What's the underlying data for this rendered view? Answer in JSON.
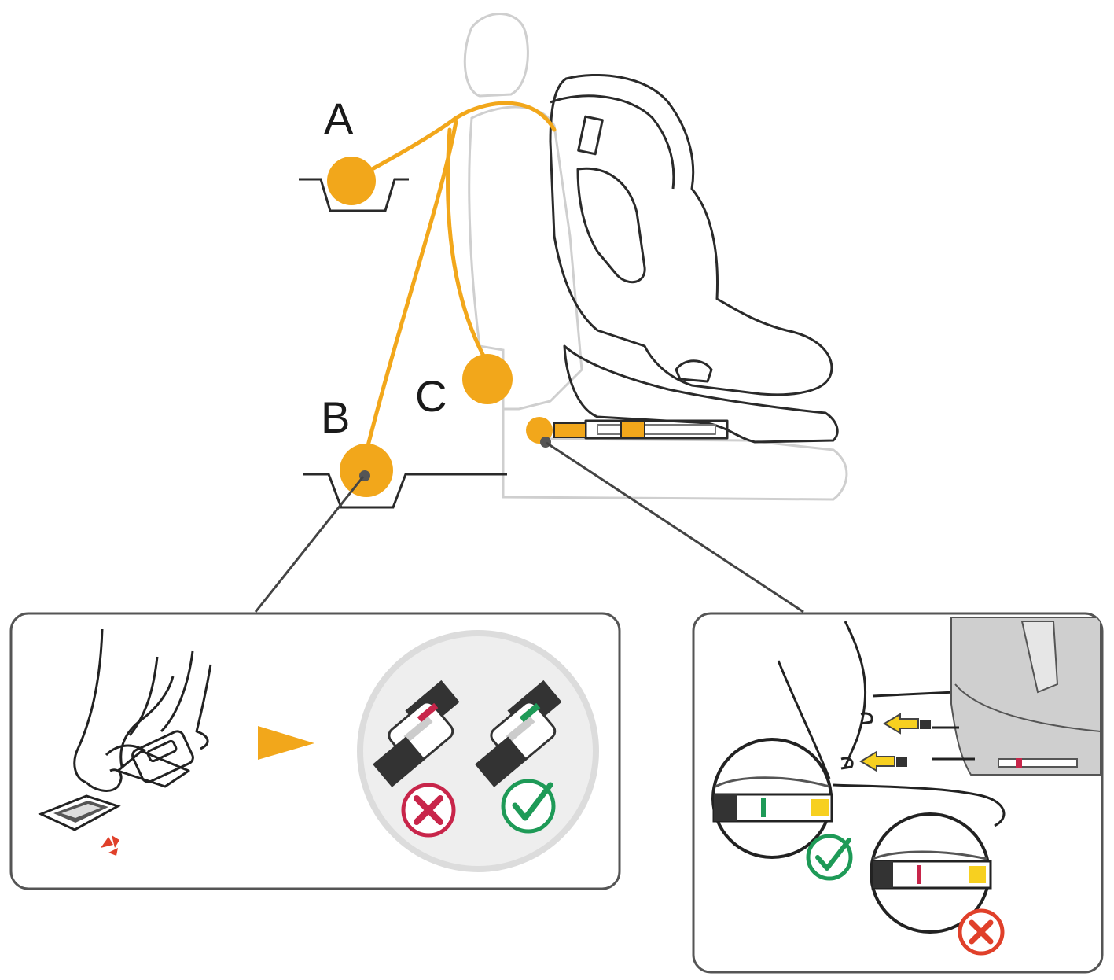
{
  "labels": {
    "a": "A",
    "b": "B",
    "c": "C"
  },
  "colors": {
    "belt": "#f2a71b",
    "outline": "#2a2a2a",
    "light_outline": "#c8c8c8",
    "panel_border": "#555555",
    "incorrect": "#c8254a",
    "correct": "#1e9a57",
    "indicator_yellow": "#f7d020",
    "arrow_red": "#e0402a"
  },
  "icons": {
    "incorrect": "cross-icon",
    "correct": "check-icon",
    "advance": "arrow-right-icon"
  }
}
